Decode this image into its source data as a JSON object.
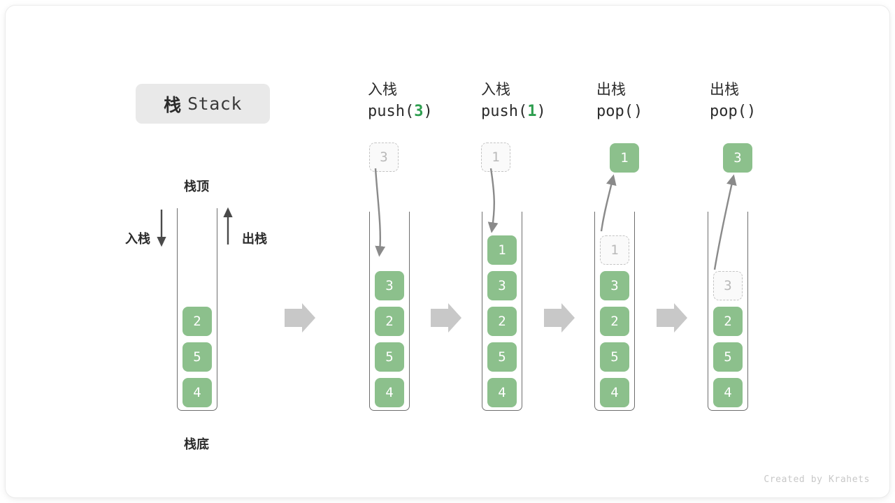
{
  "title": {
    "cn": "栈",
    "en": "Stack"
  },
  "labels": {
    "top": "栈顶",
    "bottom": "栈底",
    "push": "入栈",
    "pop": "出栈"
  },
  "colors": {
    "cell_green": "#8cc08c",
    "ghost_fill": "#fafafa",
    "ghost_border": "#c4c4c4",
    "accent_green": "#2e9e4f",
    "arrow_gray": "#c8c8c8",
    "stroke_gray": "#6e6e6e",
    "badge_bg": "#e9e9e9"
  },
  "columns": [
    {
      "id": "initial",
      "header_cn": "",
      "header_code": "",
      "code_prefix": "",
      "code_arg": "",
      "code_suffix": "",
      "cells": [
        "2",
        "5",
        "4"
      ],
      "ghost_index": -1,
      "float_value": "",
      "float_kind": "none"
    },
    {
      "id": "push-3",
      "header_cn": "入栈",
      "header_code": "push(3)",
      "code_prefix": "push(",
      "code_arg": "3",
      "code_suffix": ")",
      "cells": [
        "3",
        "2",
        "5",
        "4"
      ],
      "ghost_index": -1,
      "float_value": "3",
      "float_kind": "ghost"
    },
    {
      "id": "push-1",
      "header_cn": "入栈",
      "header_code": "push(1)",
      "code_prefix": "push(",
      "code_arg": "1",
      "code_suffix": ")",
      "cells": [
        "1",
        "3",
        "2",
        "5",
        "4"
      ],
      "ghost_index": -1,
      "float_value": "1",
      "float_kind": "ghost"
    },
    {
      "id": "pop-1",
      "header_cn": "出栈",
      "header_code": "pop()",
      "code_prefix": "pop()",
      "code_arg": "",
      "code_suffix": "",
      "cells": [
        "1",
        "3",
        "2",
        "5",
        "4"
      ],
      "ghost_index": 0,
      "float_value": "1",
      "float_kind": "solid"
    },
    {
      "id": "pop-3",
      "header_cn": "出栈",
      "header_code": "pop()",
      "code_prefix": "pop()",
      "code_arg": "",
      "code_suffix": "",
      "cells": [
        "3",
        "2",
        "5",
        "4"
      ],
      "ghost_index": 0,
      "float_value": "3",
      "float_kind": "solid"
    }
  ],
  "separators": [
    "arrow-right-icon",
    "arrow-right-icon",
    "arrow-right-icon",
    "arrow-right-icon"
  ],
  "footer": "Created by Krahets"
}
